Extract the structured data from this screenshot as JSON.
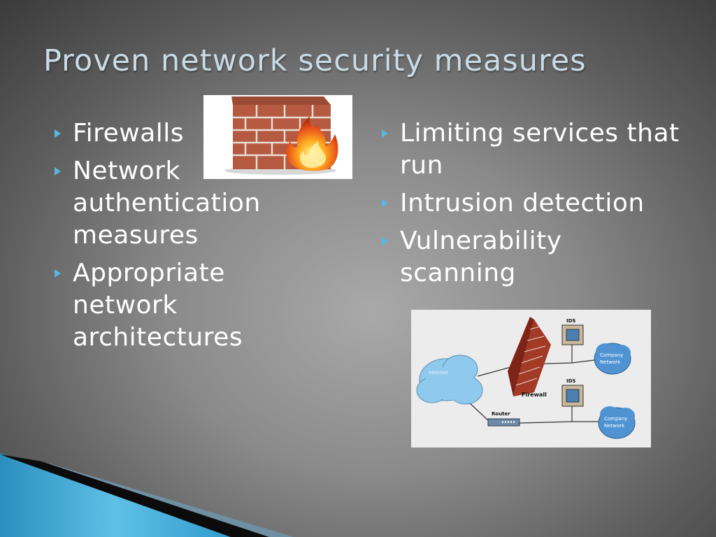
{
  "slide": {
    "title": "Proven network security measures",
    "left_bullets": [
      "Firewalls",
      "Network authentication measures",
      "Appropriate network architectures"
    ],
    "right_bullets": [
      "Limiting services that run",
      "Intrusion detection",
      "Vulnerability scanning"
    ]
  },
  "diagram": {
    "internet_label": "Internet",
    "firewall_label": "Firewall",
    "router_label": "Router",
    "ids_label_top": "IDS",
    "ids_label_bottom": "IDS",
    "company_network_label_1": "Company",
    "company_network_label_2": "Network",
    "company_network2_label_1": "Company",
    "company_network2_label_2": "Network"
  },
  "colors": {
    "title": "#c9dbe6",
    "bullet_marker": "#58b7e0",
    "accent_blue": "#3aa3d0",
    "cloud_blue": "#7ec0ea"
  },
  "icons": {
    "bullet": "right-triangle-bullet",
    "firewall_image": "brick-wall-with-fire",
    "network_diagram": "network-firewall-ids-diagram"
  }
}
